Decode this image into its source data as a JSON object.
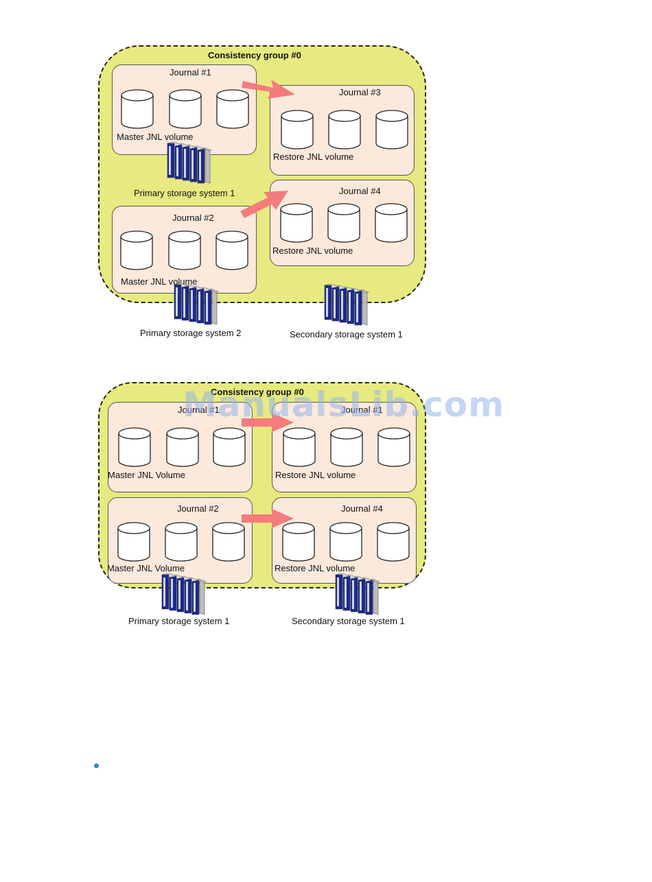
{
  "diagram_top": {
    "group_title": "Consistency group  #0",
    "journals": {
      "j1": {
        "title": "Journal  #1",
        "volume_label": "Master JNL volume"
      },
      "j2": {
        "title": "Journal  #2",
        "volume_label": "Master JNL volume"
      },
      "j3": {
        "title": "Journal  #3",
        "volume_label": "Restore JNL volume"
      },
      "j4": {
        "title": "Journal  #4",
        "volume_label": "Restore JNL volume"
      }
    },
    "systems": {
      "primary1": "Primary storage system 1",
      "primary2": "Primary storage system 2",
      "secondary1": "Secondary storage system 1"
    }
  },
  "diagram_bottom": {
    "group_title": "Consistency group #0",
    "journals": {
      "j1": {
        "title": "Journal  #1",
        "volume_label": "Master JNL Volume"
      },
      "j2": {
        "title": "Journal  #2",
        "volume_label": "Master JNL Volume"
      },
      "j3": {
        "title": "Journal  #1",
        "volume_label": "Restore JNL volume"
      },
      "j4": {
        "title": "Journal  #4",
        "volume_label": "Restore JNL volume"
      }
    },
    "systems": {
      "primary1": "Primary storage system 1",
      "secondary1": "Secondary storage system 1"
    }
  },
  "watermark": "ManualsLib.com",
  "colors": {
    "group_fill": "#e6ea80",
    "journal_fill": "#fbe9dc",
    "arrow": "#f47c7c",
    "storage_blue": "#1c2a8c",
    "bullet": "#2a8cc8"
  }
}
